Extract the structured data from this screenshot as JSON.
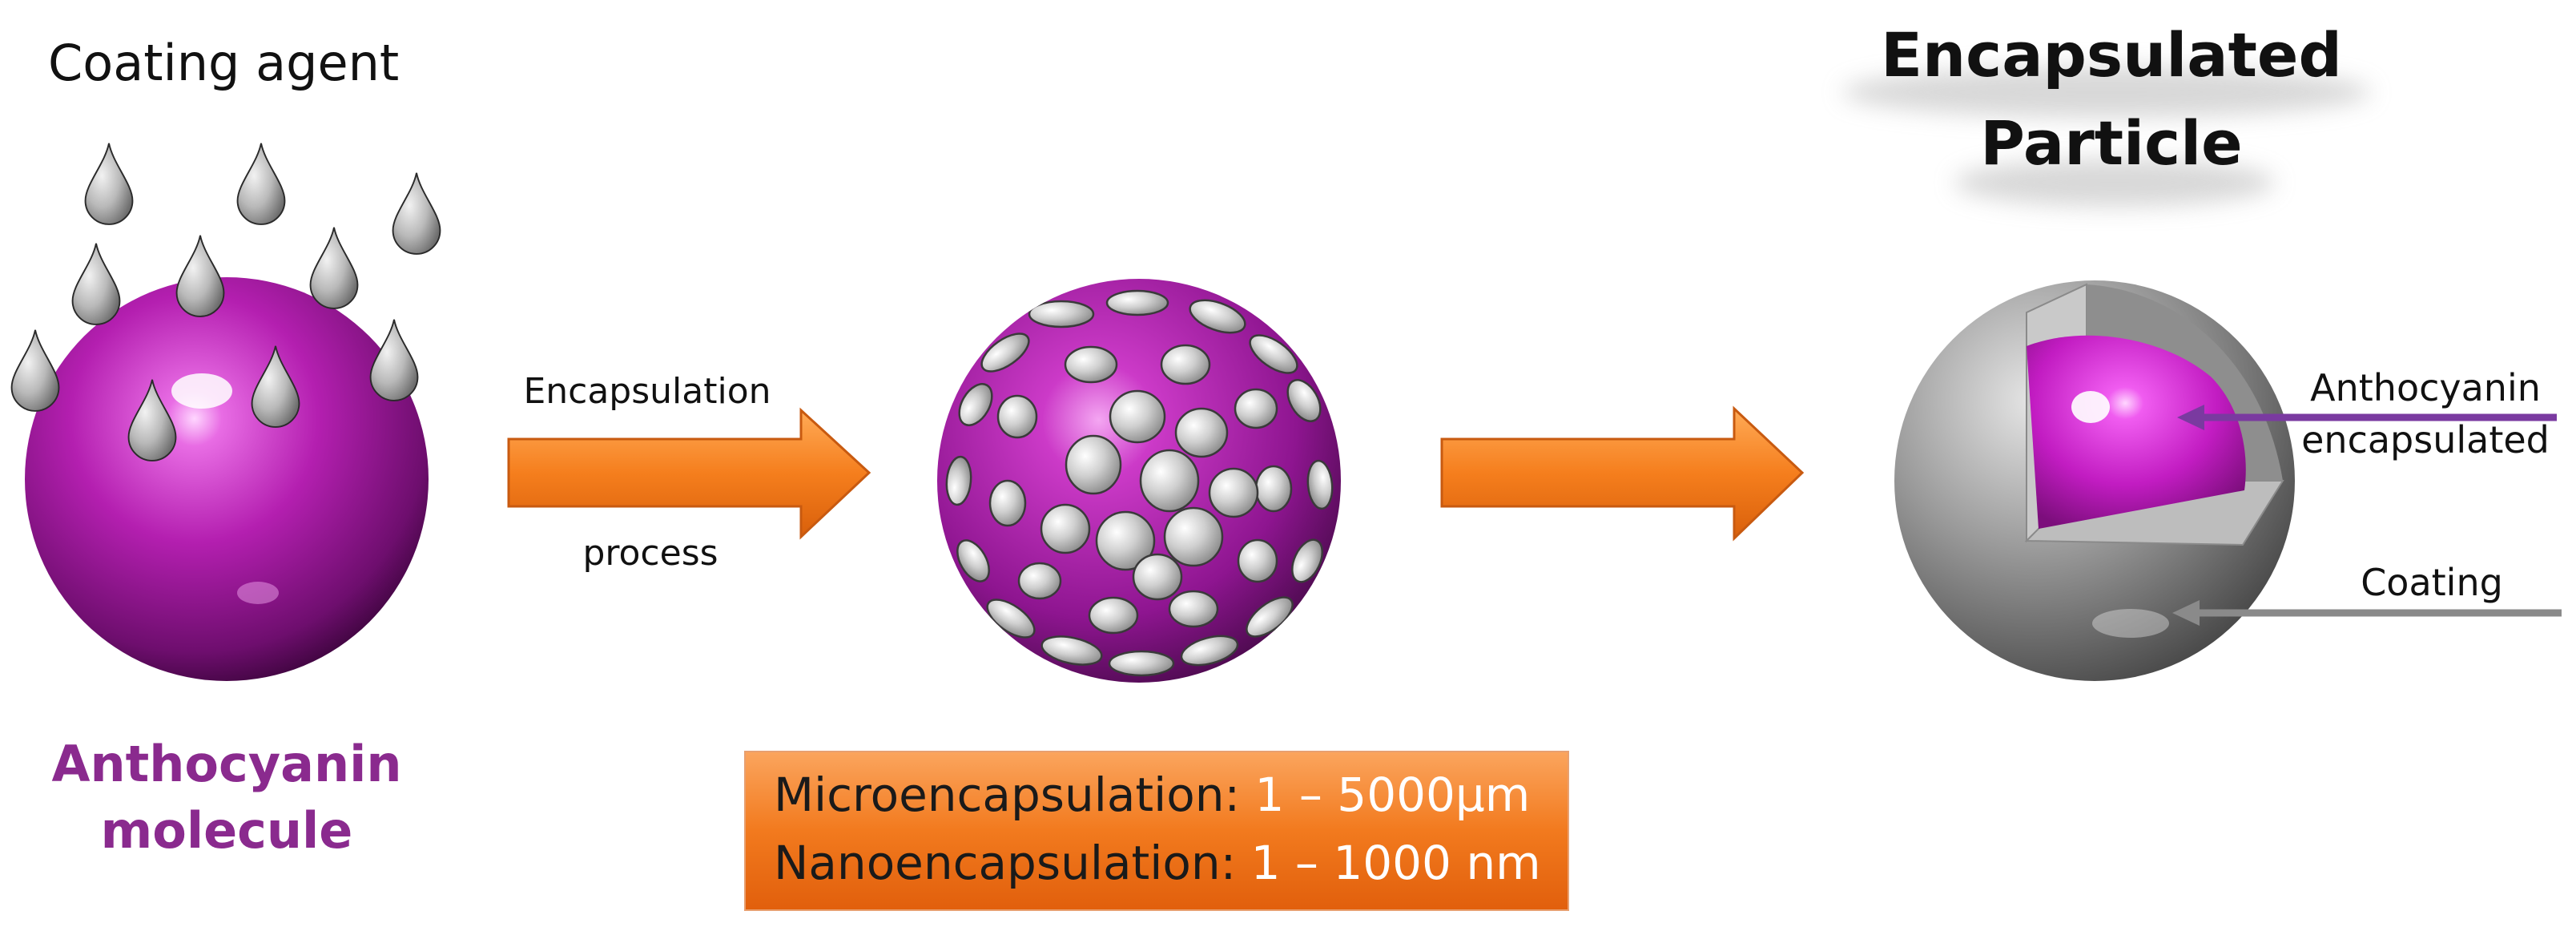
{
  "labels": {
    "coating_agent": "Coating agent",
    "molecule_line1": "Anthocyanin",
    "molecule_line2": "molecule",
    "process_top": "Encapsulation",
    "process_bottom": "process",
    "particle_line1": "Encapsulated",
    "particle_line2": "Particle",
    "core_line1": "Anthocyanin",
    "core_line2": "encapsulated",
    "coating": "Coating"
  },
  "size_box": {
    "micro_label": "Microencapsulation:",
    "micro_range": "1 – 5000μm",
    "nano_label": "Nanoencapsulation:",
    "nano_range": "1 – 1000 nm"
  },
  "colors": {
    "magenta": "#9c1e9a",
    "label_purple": "#8a2a8e",
    "orange": "#f37a1f",
    "gray": "#9a9a9a",
    "arrow_purple": "#7a3aa0"
  },
  "icons": {
    "droplet": "droplet-icon",
    "arrow": "right-arrow-icon"
  }
}
